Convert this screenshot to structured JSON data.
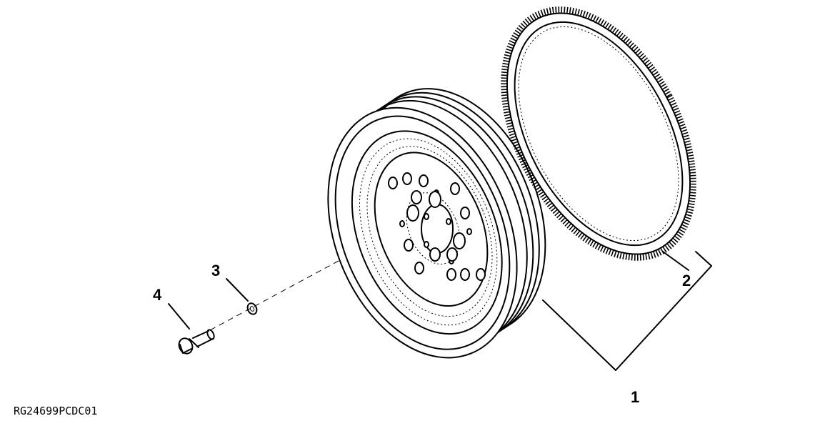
{
  "figure": {
    "reference_code": "RG24699PCDC01",
    "callouts": [
      {
        "id": "1",
        "label": "1"
      },
      {
        "id": "2",
        "label": "2"
      },
      {
        "id": "3",
        "label": "3"
      },
      {
        "id": "4",
        "label": "4"
      }
    ]
  }
}
